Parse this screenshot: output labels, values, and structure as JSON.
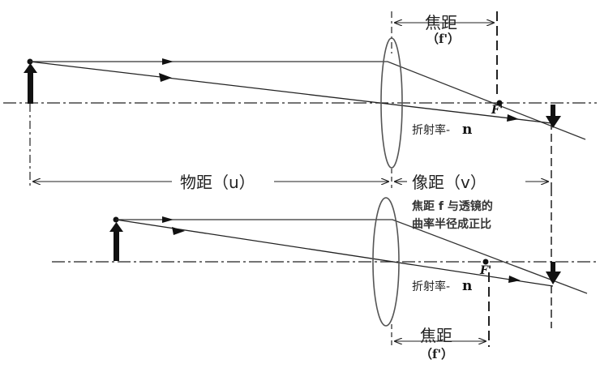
{
  "top": {
    "focal_title": "焦距",
    "focal_symbol": "（f'）",
    "object_distance": "物距（u）",
    "image_distance": "像距（v）",
    "refraction": "折射率-",
    "n_symbol": "n",
    "focus_mark": "F'"
  },
  "note": {
    "line1": "焦距 f 与透镜的",
    "line2": "曲率半径成正比"
  },
  "bottom": {
    "focal_title": "焦距",
    "focal_symbol": "（f'）",
    "refraction": "折射率-",
    "n_symbol": "n",
    "focus_mark": "F'"
  }
}
